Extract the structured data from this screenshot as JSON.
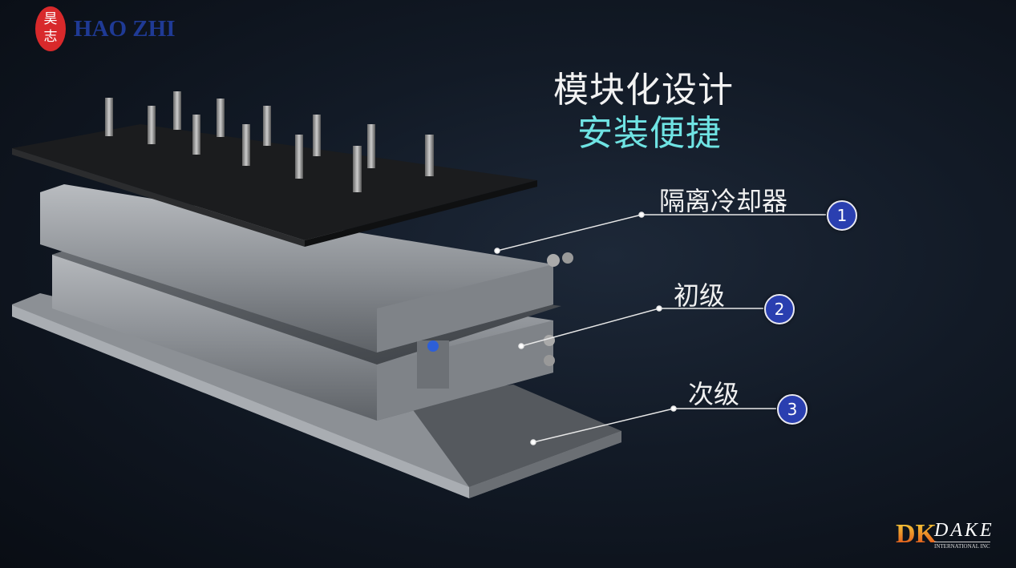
{
  "logos": {
    "haozhi_seal": "昊志",
    "haozhi_text": "HAO ZHI",
    "dake_mark": "DK",
    "dake_name": "DAKE",
    "dake_sub": "INTERNATIONAL INC"
  },
  "headline": {
    "line1": "模块化设计",
    "line2": "安装便捷"
  },
  "callouts": [
    {
      "number": "1",
      "label": "隔离冷却器"
    },
    {
      "number": "2",
      "label": "初级"
    },
    {
      "number": "3",
      "label": "次级"
    }
  ],
  "colors": {
    "accent_cyan": "#6fe3e3",
    "badge_blue": "#2a3fb0",
    "logo_blue": "#1f3a95",
    "seal_red": "#d8292b"
  }
}
